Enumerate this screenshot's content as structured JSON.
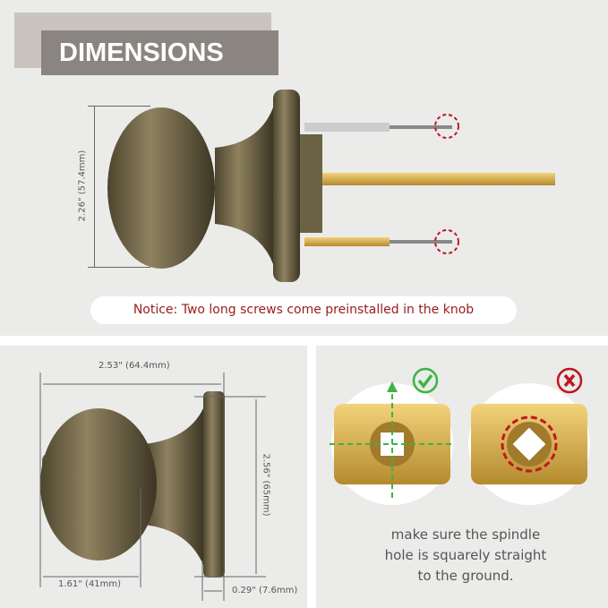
{
  "header": {
    "title": "DIMENSIONS"
  },
  "top_view": {
    "height_label": "2.26\" (57.4mm)",
    "notice": "Notice: Two long screws come preinstalled in the knob"
  },
  "side_view": {
    "length_label": "2.53\" (64.4mm)",
    "height_label": "2.56\" (65mm)",
    "knob_label": "1.61\" (41mm)",
    "rose_label": "0.29\" (7.6mm)"
  },
  "spindle_guide": {
    "correct_icon": "check-circle-icon",
    "wrong_icon": "x-circle-icon",
    "instruction_lines": [
      "make sure the spindle",
      "hole is squarely straight",
      "to the ground."
    ],
    "colors": {
      "correct": "#3cb543",
      "wrong": "#c0161f"
    }
  }
}
